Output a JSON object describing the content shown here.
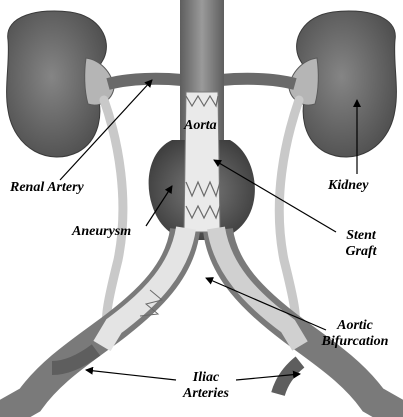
{
  "labels": {
    "aorta": "Aorta",
    "renal_artery": "Renal Artery",
    "kidney": "Kidney",
    "aneurysm": "Aneurysm",
    "stent_graft_line1": "Stent",
    "stent_graft_line2": "Graft",
    "aortic_bifurcation_line1": "Aortic",
    "aortic_bifurcation_line2": "Bifurcation",
    "iliac_arteries_line1": "Iliac",
    "iliac_arteries_line2": "Arteries"
  },
  "colors": {
    "kidney": "#6f6f6f",
    "kidney_dark": "#4a4a4a",
    "vessel": "#8c8c8c",
    "vessel_dark": "#5a5a5a",
    "aneurysm": "#5e5e5e",
    "graft": "#e8e8e8",
    "ureter": "#c9c9c9",
    "label_text": "#000000"
  }
}
